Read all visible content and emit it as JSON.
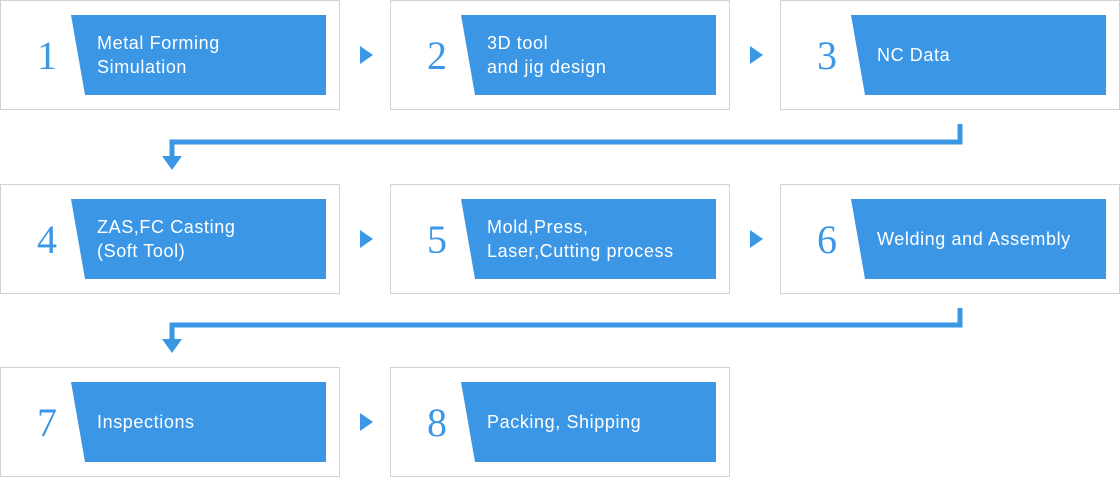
{
  "steps": [
    {
      "num": "1",
      "label": "Metal Forming\nSimulation"
    },
    {
      "num": "2",
      "label": "3D tool\nand jig design"
    },
    {
      "num": "3",
      "label": "NC Data"
    },
    {
      "num": "4",
      "label": "ZAS,FC Casting\n(Soft Tool)"
    },
    {
      "num": "5",
      "label": "Mold,Press,\nLaser,Cutting process"
    },
    {
      "num": "6",
      "label": "Welding and Assembly"
    },
    {
      "num": "7",
      "label": "Inspections"
    },
    {
      "num": "8",
      "label": "Packing, Shipping"
    }
  ],
  "colors": {
    "accent": "#3b96e6",
    "border": "#d2d2d2",
    "text": "#ffffff"
  }
}
